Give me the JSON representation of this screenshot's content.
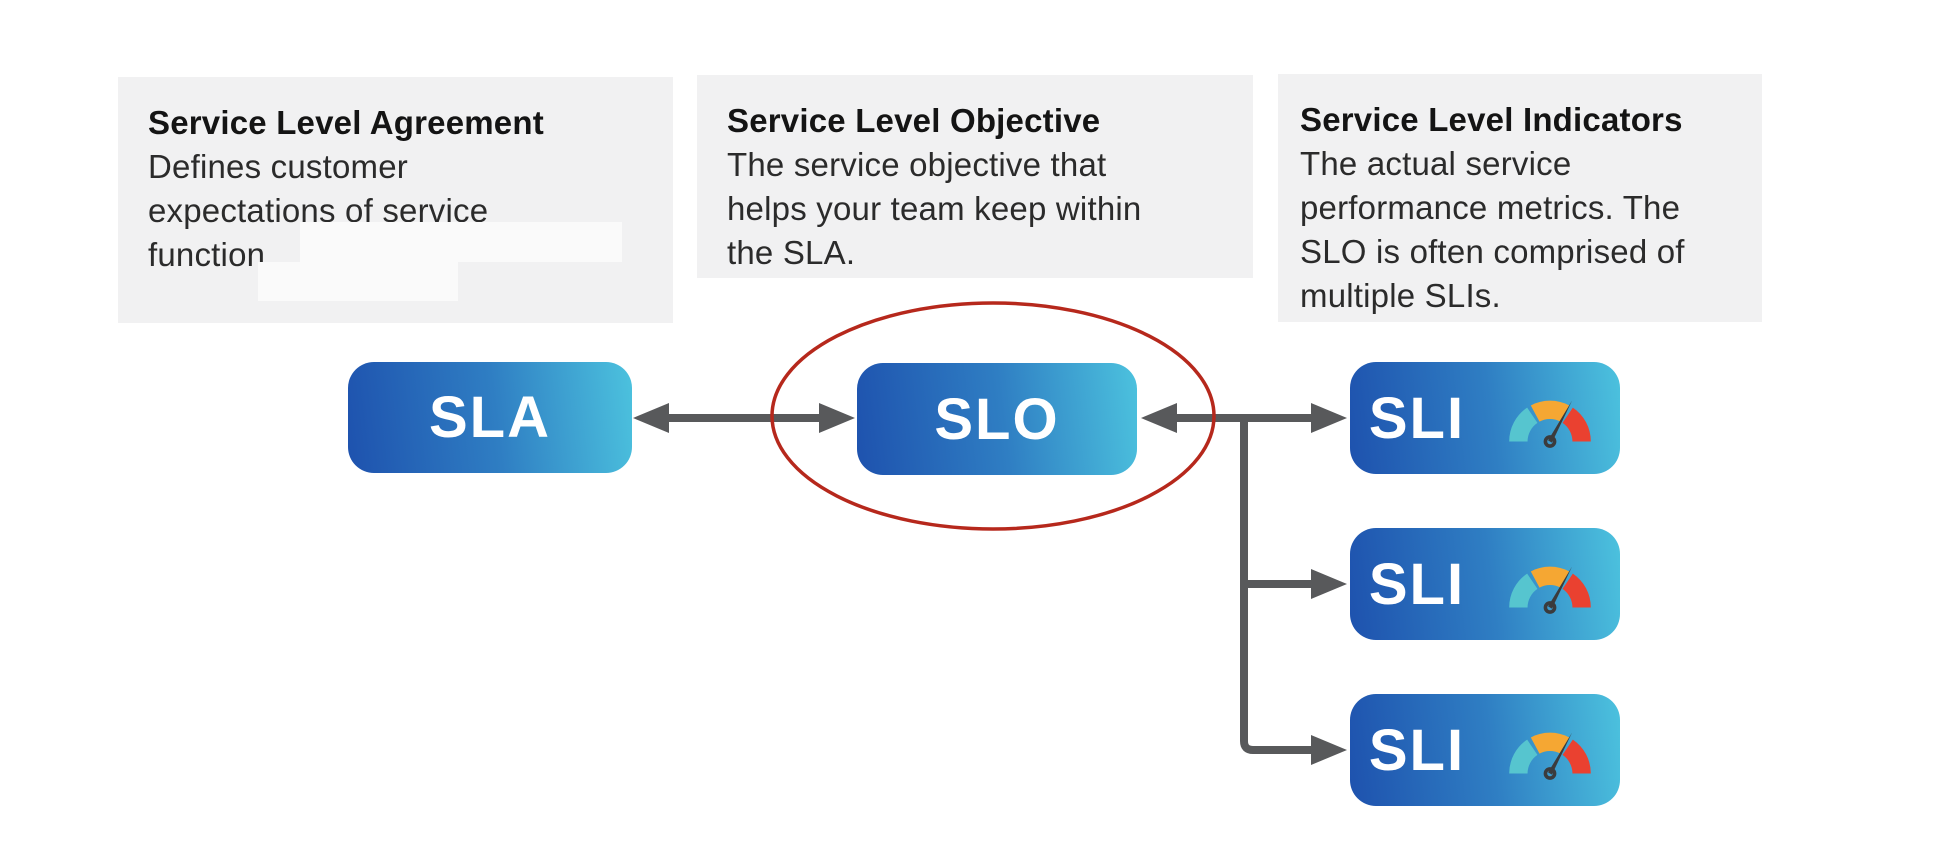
{
  "cards": [
    {
      "title": "Service Level Agreement",
      "body": "Defines customer\nexpectations of service\nfunction."
    },
    {
      "title": "Service Level Objective",
      "body": "The service objective that\nhelps your team keep within\nthe SLA."
    },
    {
      "title": "Service Level Indicators",
      "body": "The actual service\nperformance metrics. The\nSLO is often comprised of\nmultiple SLIs."
    }
  ],
  "nodes": {
    "sla": {
      "label": "SLA"
    },
    "slo": {
      "label": "SLO",
      "highlighted": "red-ellipse"
    },
    "sli1": {
      "label": "SLI",
      "icon": "gauge-meter-icon"
    },
    "sli2": {
      "label": "SLI",
      "icon": "gauge-meter-icon"
    },
    "sli3": {
      "label": "SLI",
      "icon": "gauge-meter-icon"
    }
  },
  "colors": {
    "node-grad-a": "#1e52ae",
    "node-grad-b": "#2f7ec3",
    "node-grad-c": "#4cc2de",
    "arrow": "#58595b",
    "ellipse": "#b6281c",
    "card-bg": "#f1f1f2",
    "redact": "#fafafa",
    "gauge-teal": "#56c5cf",
    "gauge-orange": "#f5a733",
    "gauge-red": "#ea4130",
    "needle": "#3b3b3d",
    "title-color": "#141414",
    "body-color": "#2b2b2b"
  }
}
